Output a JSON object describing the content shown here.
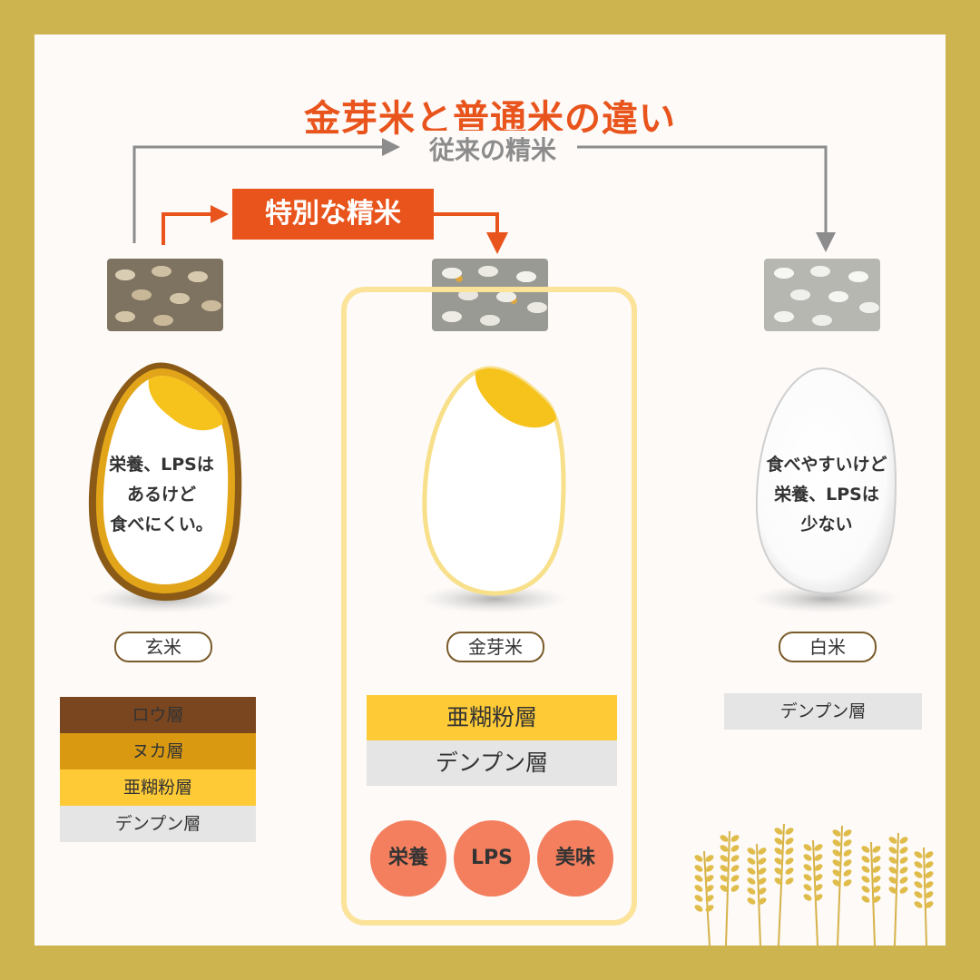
{
  "title": "金芽米と普通米の違い",
  "conventional_label": "従来の精米",
  "special_label": "特別な精米",
  "brown_rice": {
    "label": "玄米",
    "text_lines": [
      "栄養、LPSは",
      "あるけど",
      "食べにくい。"
    ],
    "layers": [
      "ロウ層",
      "ヌカ層",
      "亜糊粉層",
      "デンプン層"
    ]
  },
  "kinme_rice": {
    "label": "金芽米",
    "layers": [
      "亜糊粉層",
      "デンプン層"
    ],
    "benefits": [
      "栄養",
      "LPS",
      "美味"
    ]
  },
  "white_rice": {
    "label": "白米",
    "text_lines": [
      "食べやすいけど",
      "栄養、LPSは",
      "少ない"
    ],
    "layers": [
      "デンプン層"
    ]
  },
  "colors": {
    "frame": "#cdb44f",
    "accent": "#e8541c",
    "conventional_arrow": "#8c8c8c",
    "box_border": "#fbe39a",
    "wax_layer": "#7a461f",
    "bran_layer": "#d99a12",
    "aleurone_layer": "#fecb37",
    "starch_layer": "#e5e5e5",
    "benefit_badge": "#f37f5e"
  }
}
